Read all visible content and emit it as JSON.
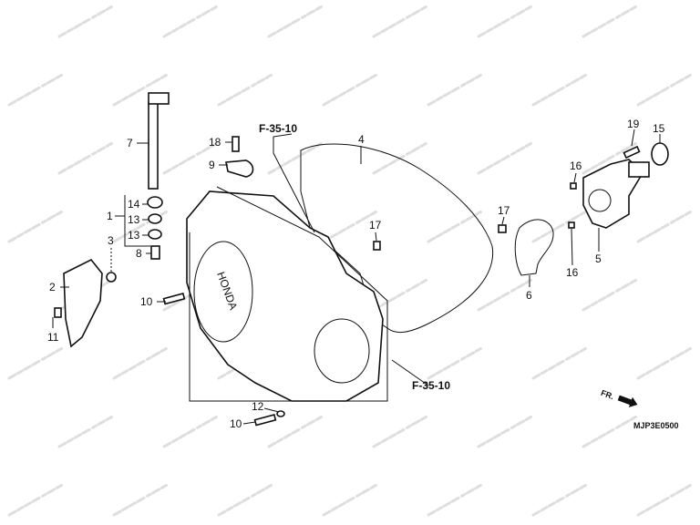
{
  "watermark": "motod.ru",
  "diagram_code": "MJP3E0500",
  "front_arrow_label": "FR.",
  "brand_mark": "HONDA",
  "references": [
    "F-35-10",
    "F-35-10"
  ],
  "callouts": {
    "c1": "1",
    "c2": "2",
    "c3": "3",
    "c4": "4",
    "c5": "5",
    "c6": "6",
    "c7": "7",
    "c8": "8",
    "c9": "9",
    "c10a": "10",
    "c10b": "10",
    "c11": "11",
    "c12": "12",
    "c13a": "13",
    "c13b": "13",
    "c14": "14",
    "c15": "15",
    "c16a": "16",
    "c16b": "16",
    "c17a": "17",
    "c17b": "17",
    "c18": "18",
    "c19": "19"
  }
}
